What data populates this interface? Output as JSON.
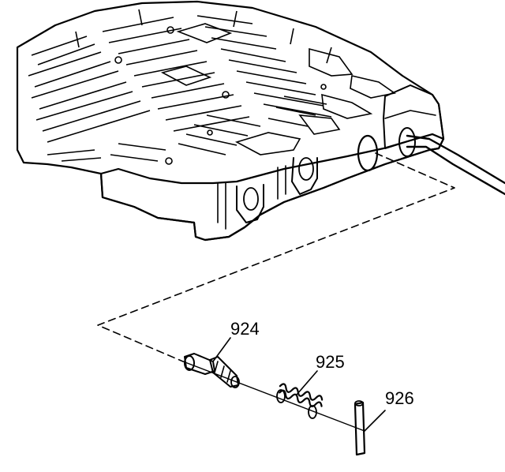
{
  "parts": [
    {
      "id": "valve",
      "label": "924"
    },
    {
      "id": "spring",
      "label": "925"
    },
    {
      "id": "pin",
      "label": "926"
    }
  ],
  "colors": {
    "ink": "#000000",
    "paper": "#ffffff"
  }
}
